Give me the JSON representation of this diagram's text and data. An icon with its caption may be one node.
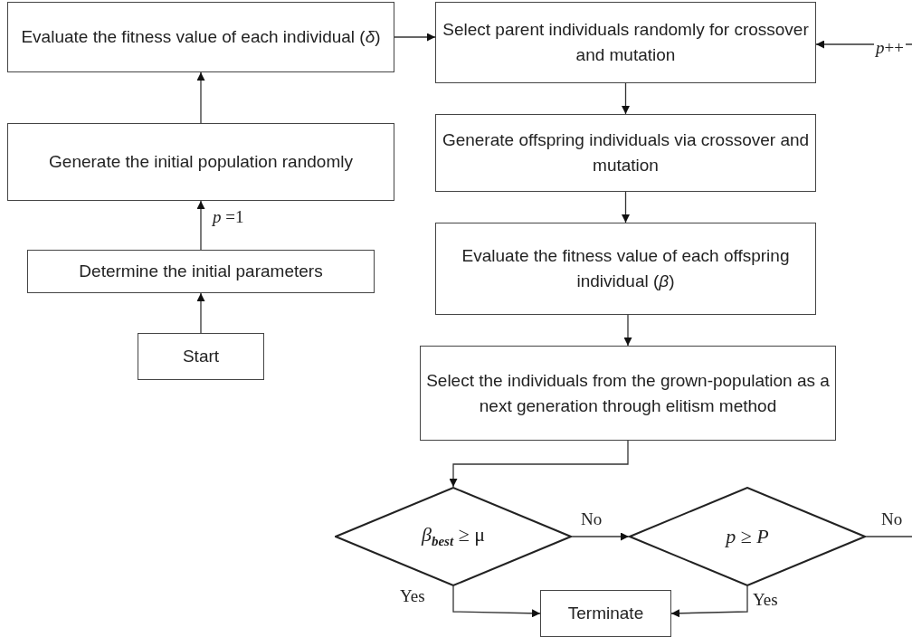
{
  "diagram": {
    "nodes": [
      {
        "text": [
          "Evaluate the fitness value of each individual (*δ*)"
        ]
      },
      {
        "text": [
          "Generate the initial population randomly"
        ]
      },
      {
        "text": [
          "Determine the initial parameters"
        ]
      },
      {
        "text": [
          "Start"
        ]
      },
      {
        "text": [
          "Select parent individuals randomly for crossover and mutation"
        ]
      },
      {
        "text": [
          "Generate offspring individuals via crossover and mutation"
        ]
      },
      {
        "text": [
          "Evaluate the fitness value of each offspring individual (*β*)"
        ]
      },
      {
        "text": [
          "Select the individuals from the grown-population as a next generation through elitism method"
        ]
      },
      {
        "text": [
          "*β*$_{best}$ ≥ μ"
        ]
      },
      {
        "text": [
          "*p* ≥ *P*"
        ]
      },
      {
        "text": [
          "Terminate"
        ]
      }
    ],
    "edges": [
      {
        "from": 3,
        "to": 2,
        "arrow": "to"
      },
      {
        "from": 2,
        "to": 1,
        "arrow": "to",
        "label": "*p* =1"
      },
      {
        "from": 1,
        "to": 0,
        "arrow": "to"
      },
      {
        "from": 0,
        "to": 4,
        "arrow": "to"
      },
      {
        "from": 4,
        "to": 5,
        "arrow": "to"
      },
      {
        "from": 5,
        "to": 6,
        "arrow": "to"
      },
      {
        "from": 6,
        "to": 7,
        "arrow": "to"
      },
      {
        "from": 7,
        "to": 8,
        "arrow": "to"
      },
      {
        "from": 8,
        "to": 9,
        "arrow": "to",
        "label": "No"
      },
      {
        "from": 8,
        "to": 10,
        "arrow": "to",
        "label": "Yes"
      },
      {
        "from": 9,
        "to": 10,
        "arrow": "to",
        "label": "Yes"
      },
      {
        "from": 9,
        "to": null,
        "arrow": "none",
        "label": "No"
      },
      {
        "from": null,
        "to": 4,
        "arrow": "to",
        "label": "*p*++"
      }
    ]
  }
}
